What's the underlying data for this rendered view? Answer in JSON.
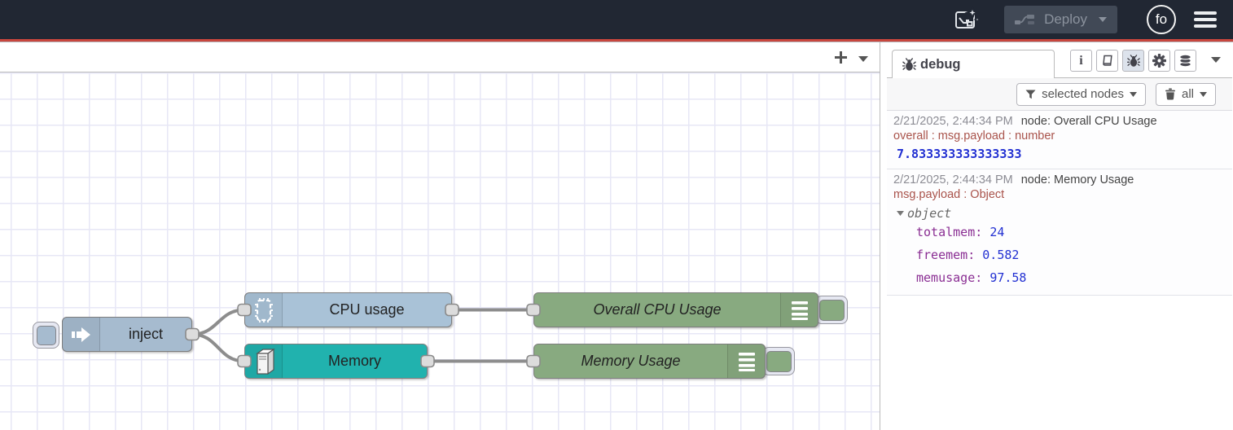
{
  "colors": {
    "header_bg": "#212733",
    "accent_red": "#c9463d",
    "node_inject": "#a6bbcf",
    "node_cpu": "#a9c2d7",
    "node_memory": "#21b2ae",
    "node_debug_green": "#88aa80",
    "wire": "#8d8d8d",
    "debug_key_color": "#8a2e93",
    "debug_number_color": "#2230d2",
    "debug_meta_color": "#a9534b"
  },
  "header": {
    "deploy_label": "Deploy",
    "avatar_initials": "fo"
  },
  "flow": {
    "nodes": [
      {
        "id": "inject",
        "label": "inject"
      },
      {
        "id": "cpu-usage",
        "label": "CPU usage"
      },
      {
        "id": "memory",
        "label": "Memory"
      },
      {
        "id": "overall-cpu-usage",
        "label": "Overall CPU Usage"
      },
      {
        "id": "memory-usage",
        "label": "Memory Usage"
      }
    ]
  },
  "sidebar": {
    "tab_label": "debug",
    "filter_label": "selected nodes",
    "clear_label": "all",
    "messages": [
      {
        "timestamp": "2/21/2025, 2:44:34 PM",
        "node": "node: Overall CPU Usage",
        "property": "overall : msg.payload : number",
        "value": "7.833333333333333"
      },
      {
        "timestamp": "2/21/2025, 2:44:34 PM",
        "node": "node: Memory Usage",
        "property": "msg.payload : Object",
        "object_label": "object",
        "fields": [
          {
            "key": "totalmem: ",
            "value": "24"
          },
          {
            "key": "freemem: ",
            "value": "0.582"
          },
          {
            "key": "memusage: ",
            "value": "97.58"
          }
        ]
      }
    ]
  },
  "icons": {
    "info_glyph": "i"
  }
}
